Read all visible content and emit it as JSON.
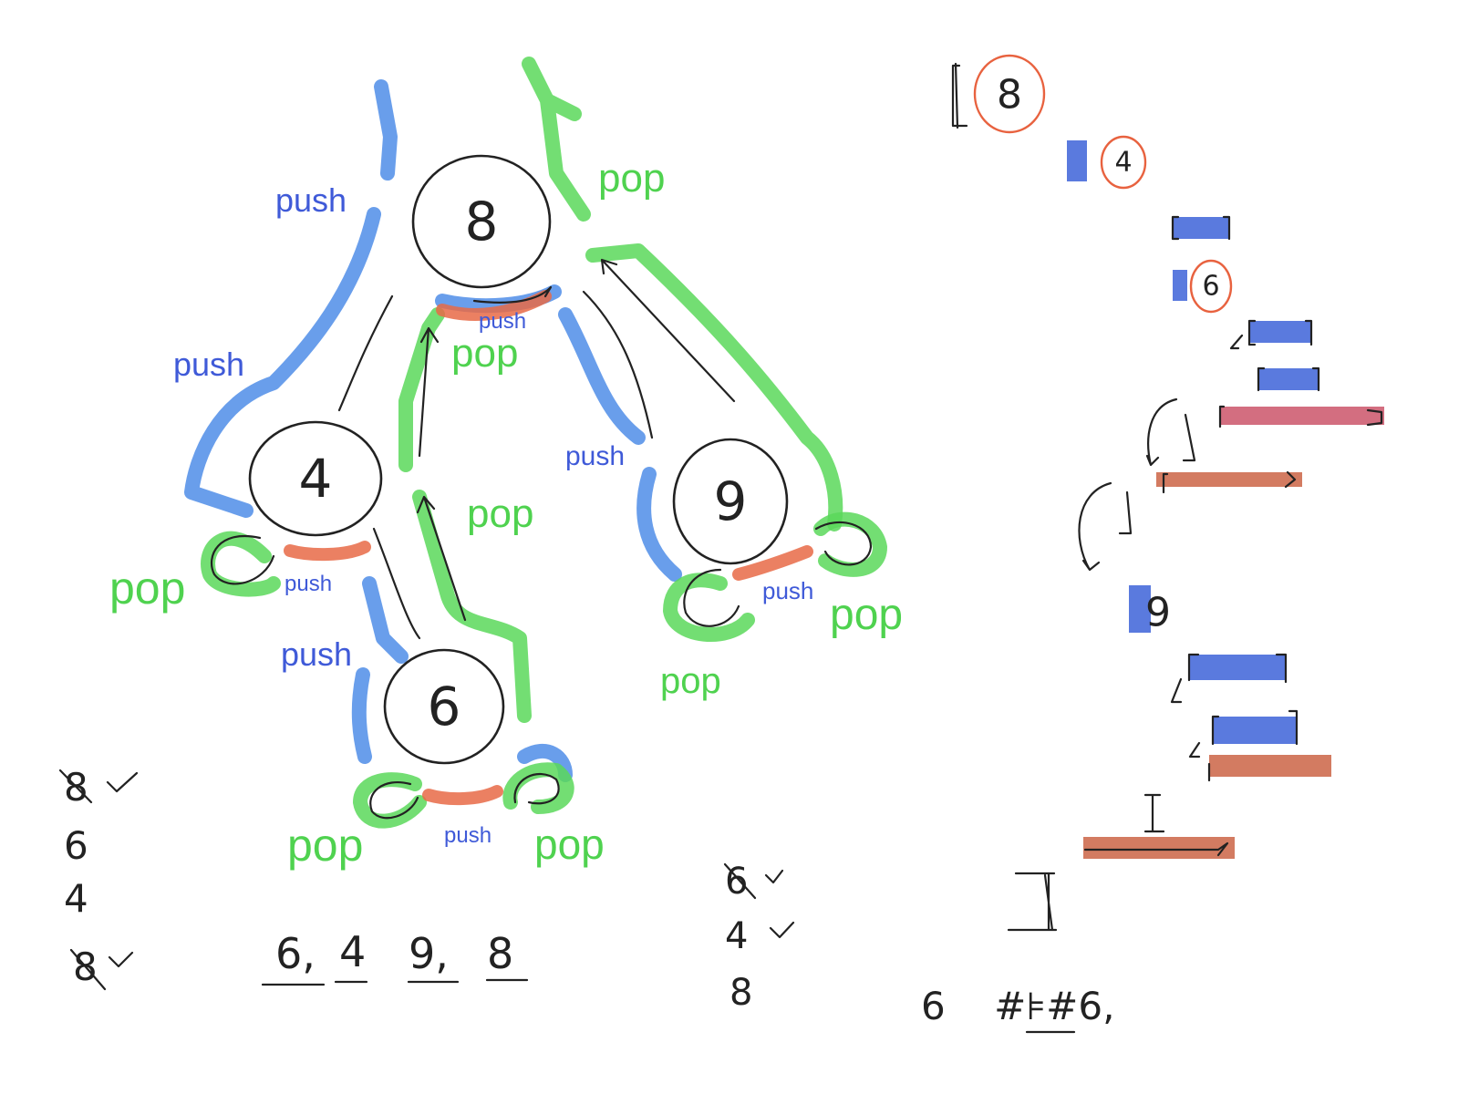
{
  "tree": {
    "nodes": [
      {
        "id": "root",
        "value": "8"
      },
      {
        "id": "left",
        "value": "4"
      },
      {
        "id": "right",
        "value": "9"
      },
      {
        "id": "left-right",
        "value": "6"
      }
    ]
  },
  "labels": {
    "push_root_left": "push",
    "push_to_left": "push",
    "push_under_root": "push",
    "pop_under_root": "pop",
    "pop_root_right": "pop",
    "push_to_right": "push",
    "pop_from_six": "pop",
    "pop_left_null": "pop",
    "push_left_null": "push",
    "push_to_six": "push",
    "pop_six_left": "pop",
    "push_six_mid": "push",
    "pop_six_right": "pop",
    "push_nine_mid": "push",
    "pop_nine_right": "pop",
    "pop_nine_left": "pop"
  },
  "stack_scratch_left": [
    "8",
    "6",
    "4",
    "8"
  ],
  "inorder_result": [
    "6,",
    "4",
    "9,",
    "8"
  ],
  "stack_scratch_mid": [
    "6",
    "4",
    "8"
  ],
  "stack_trace": {
    "circled": [
      "8",
      "4",
      "6"
    ],
    "nine": "9",
    "bottom_line": "6    #⊧#6,"
  }
}
